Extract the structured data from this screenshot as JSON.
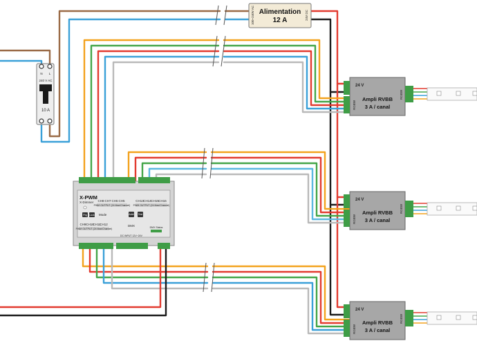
{
  "power_supply": {
    "title": "Alimentation",
    "rating": "12 A",
    "input": "100~240V AC",
    "output": "24V DC"
  },
  "breaker": {
    "n": "N",
    "l": "L",
    "voltage": "240 V AC",
    "rating": "10 A"
  },
  "controller": {
    "brand": "X-PWM",
    "brand_sub": "X-Dimmer",
    "group1": "PWM OUTPUT (24 Max/Channel)",
    "group2": "PWM OUTPUT (24 Max/Channel)",
    "group3": "PWM OUTPUT (24 Max/Channel)",
    "ch_top1": [
      "CH8",
      "CH7",
      "CH6",
      "CH5"
    ],
    "ch_top2": [
      "CH13",
      "CH14",
      "CH15",
      "CH16"
    ],
    "ch_bottom": [
      "CH9",
      "CH10",
      "CH11",
      "CH12"
    ],
    "mode_label": "Mode",
    "btn_prg": "Prg",
    "btn_lock": "Lock",
    "btn_addr": "Addr",
    "btn_test": "Test",
    "dmx_label": "DMX",
    "led_label": "DMX Status",
    "terminal_label": "DC INPUT 12V~24V"
  },
  "amplifiers": [
    {
      "v": "24 V",
      "name": "Ampli RVBB",
      "rating": "3 A / canal",
      "in_pins": "RGBW",
      "out_pins": "RGBW"
    },
    {
      "v": "24 V",
      "name": "Ampli RVBB",
      "rating": "3 A / canal",
      "in_pins": "RGBW",
      "out_pins": "RGBW"
    },
    {
      "v": "24 V",
      "name": "Ampli RVBB",
      "rating": "3 A / canal",
      "in_pins": "RGBW",
      "out_pins": "RGBW"
    }
  ],
  "wire_colors": {
    "brown": "#9a6a46",
    "blue": "#3aa0d8",
    "red": "#e23a2f",
    "black": "#1a1a1a",
    "orange": "#f3a21c",
    "green": "#43a548",
    "gray": "#b9b9b9",
    "lightblue": "#5cb8e0"
  }
}
